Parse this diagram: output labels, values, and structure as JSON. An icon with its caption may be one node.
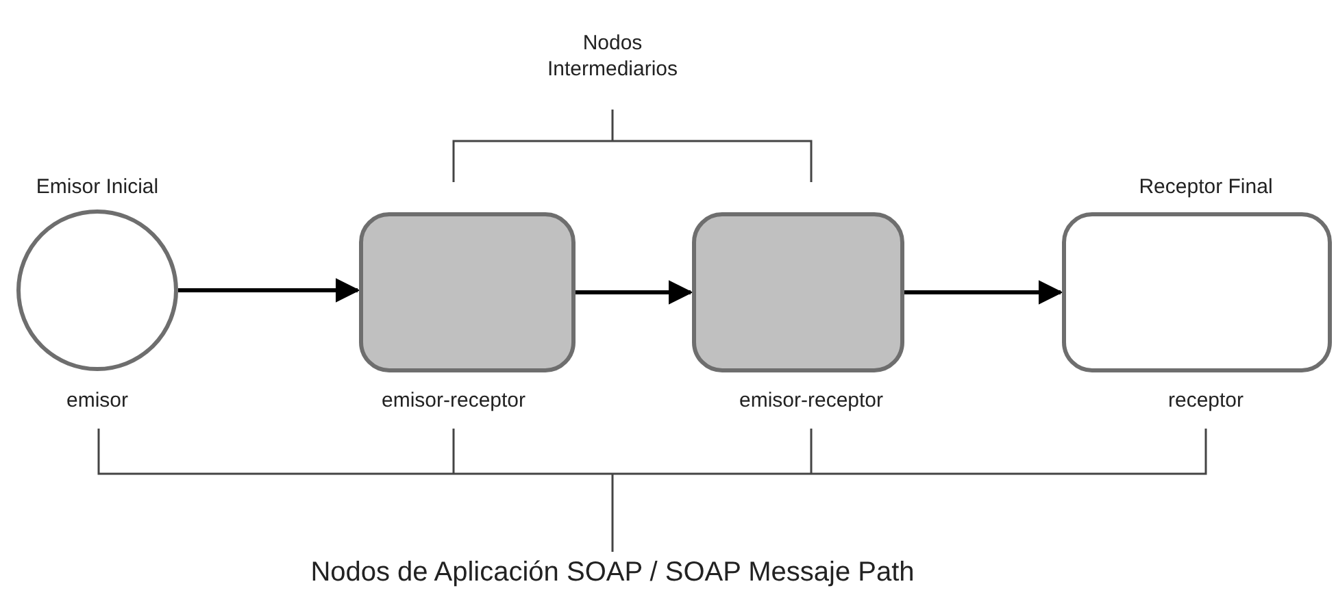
{
  "diagram": {
    "nodes": [
      {
        "text": [
          "Emisor Inicial",
          "emisor"
        ]
      },
      {
        "text": [
          "emisor-receptor"
        ]
      },
      {
        "text": [
          "emisor-receptor"
        ]
      },
      {
        "text": [
          "Receptor Final",
          "receptor"
        ]
      }
    ],
    "edges": [
      {
        "from": 0,
        "to": 1,
        "arrow": "to"
      },
      {
        "from": 1,
        "to": 2,
        "arrow": "to"
      },
      {
        "from": 2,
        "to": 3,
        "arrow": "to"
      }
    ],
    "labels": [
      "Nodos Intermediarios",
      "Nodos de Aplicación SOAP / SOAP Messaje Path"
    ]
  }
}
